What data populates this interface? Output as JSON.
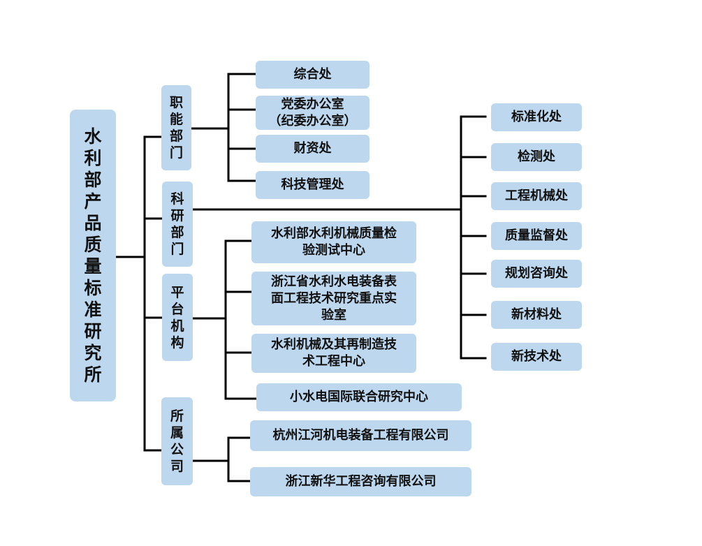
{
  "root": {
    "label": "水利部产品质量标准研究所"
  },
  "departments": [
    {
      "id": "functional",
      "label": "职能部门"
    },
    {
      "id": "research",
      "label": "科研部门"
    },
    {
      "id": "platform",
      "label": "平台机构"
    },
    {
      "id": "affiliated",
      "label": "所属公司"
    }
  ],
  "functional_units": [
    "综合处",
    "党委办公室\n（纪委办公室）",
    "财资处",
    "科技管理处"
  ],
  "research_units": [
    "标准化处",
    "检测处",
    "工程机械处",
    "质量监督处",
    "规划咨询处",
    "新材料处",
    "新技术处"
  ],
  "platform_units": [
    "水利部水利机械质量检\n验测试中心",
    "浙江省水利水电装备表\n面工程技术研究重点实\n验室",
    "水利机械及其再制造技\n术工程中心",
    "小水电国际联合研究中心"
  ],
  "affiliated_units": [
    "杭州江河机电装备工程有限公司",
    "浙江新华工程咨询有限公司"
  ],
  "colors": {
    "box": "#bdd7ee",
    "line": "#000000",
    "text": "#111111"
  }
}
